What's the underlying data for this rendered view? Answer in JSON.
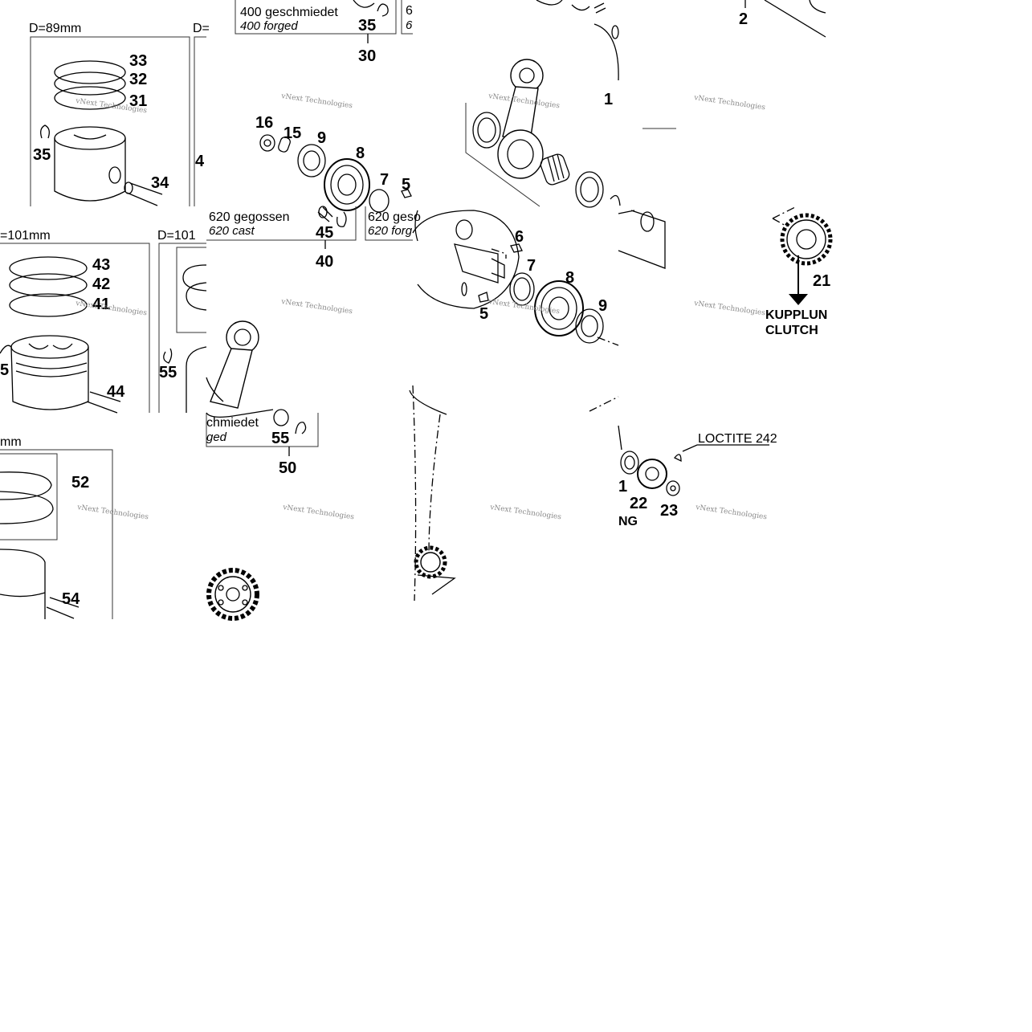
{
  "diameter_labels": {
    "d89": "D=89mm",
    "d_cut_top": "D=",
    "d101_left": "=101mm",
    "d101_mid": "D=101",
    "d_cut_bottom": "mm"
  },
  "variant_labels": {
    "forged_400_de": "400 geschmiedet",
    "forged_400_en": "400 forged",
    "cast_620_de_left": "620 gegossen",
    "cast_620_en_left": "620 cast",
    "cast_620_de_right": "620 geso",
    "cast_620_en_right": "620 forg",
    "forged_cut_de": "chmiedet",
    "forged_cut_en": "ged",
    "cut_6a": "6",
    "cut_6b": "6"
  },
  "callouts": {
    "clutch_de": "KUPPLUN",
    "clutch_en": "CLUTCH",
    "cut_ng": "NG",
    "loctite": "LOCTITE 242"
  },
  "part_numbers": {
    "p1": "1",
    "p2": "2",
    "p5a": "5",
    "p5b": "5",
    "p6": "6",
    "p7a": "7",
    "p7b": "7",
    "p8a": "8",
    "p8b": "8",
    "p9a": "9",
    "p9b": "9",
    "p15": "15",
    "p16": "16",
    "p21a": "21",
    "p21b": "1",
    "p22": "22",
    "p23": "23",
    "p30": "30",
    "p31": "31",
    "p32": "32",
    "p33": "33",
    "p34": "34",
    "p35a": "35",
    "p35b": "35",
    "p40": "40",
    "p41": "41",
    "p42": "42",
    "p43": "43",
    "p44": "44",
    "p45a": "45",
    "p45b": "4",
    "p45c": "5",
    "p50": "50",
    "p52": "52",
    "p54": "54",
    "p55a": "55",
    "p55b": "55"
  },
  "watermark": {
    "text": "vNext Technologies"
  }
}
